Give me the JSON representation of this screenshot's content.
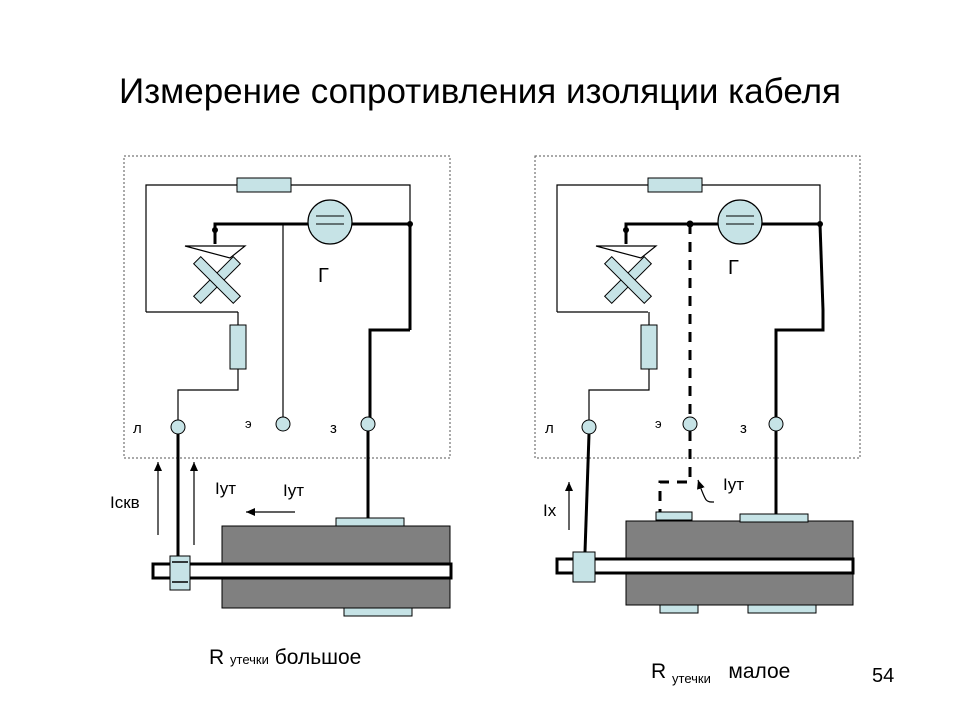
{
  "title": "Измерение сопротивления изоляции кабеля",
  "diagram_left": {
    "meter_label": "Г",
    "terminal_l": "л",
    "terminal_e": "э",
    "terminal_z": "з",
    "current_skv": "Iскв",
    "current_ut_1": "Iут",
    "current_ut_2": "Iут",
    "caption_r": "R",
    "caption_sub": "утечки",
    "caption_value": "большое"
  },
  "diagram_right": {
    "meter_label": "Г",
    "terminal_l": "л",
    "terminal_e": "э",
    "terminal_z": "з",
    "current_x": "Ix",
    "current_ut": "Iут",
    "caption_r": "R",
    "caption_sub": "утечки",
    "caption_value": "малое"
  },
  "page_number": "54",
  "colors": {
    "resistor_fill": "#c6e3e6",
    "cable_fill": "#808080",
    "background": "#ffffff"
  }
}
